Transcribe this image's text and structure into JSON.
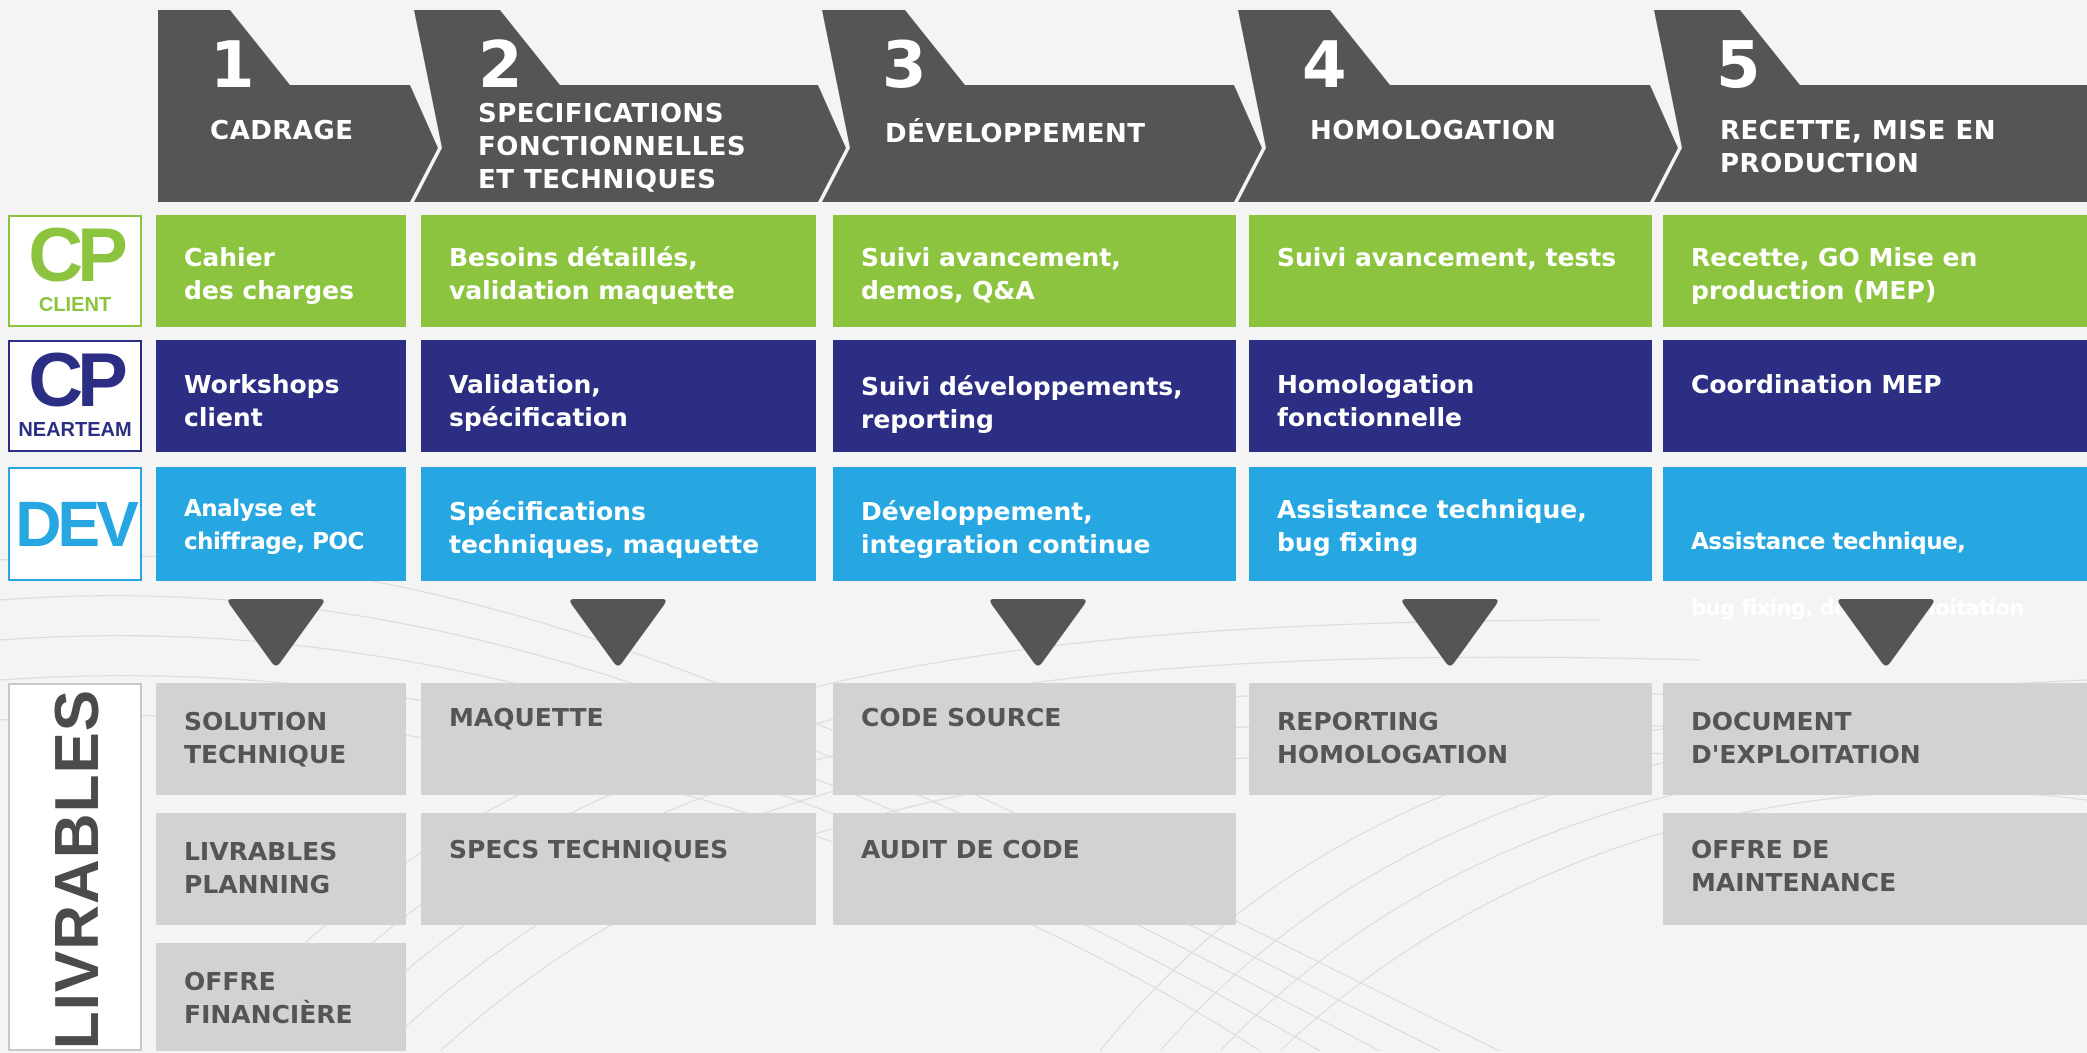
{
  "colors": {
    "phase_header": "#545557",
    "client": "#8cc43f",
    "nearteam": "#2b2e83",
    "dev": "#27a7e1",
    "deliverable": "#d1d2d4",
    "deliverable_text": "#545557"
  },
  "phases": [
    {
      "number": "1",
      "title": "CADRAGE"
    },
    {
      "number": "2",
      "title": "SPECIFICATIONS\nFONCTIONNELLES\nET TECHNIQUES"
    },
    {
      "number": "3",
      "title": "DÉVELOPPEMENT"
    },
    {
      "number": "4",
      "title": "HOMOLOGATION"
    },
    {
      "number": "5",
      "title": "RECETTE, MISE EN\nPRODUCTION"
    }
  ],
  "roles": {
    "client": {
      "big": "CP",
      "small": "CLIENT"
    },
    "nearteam": {
      "big": "CP",
      "small": "NEARTEAM"
    },
    "dev": {
      "big": "DEV"
    }
  },
  "rows": {
    "client": [
      "Cahier\ndes charges",
      "Besoins détaillés,\nvalidation maquette",
      "Suivi avancement,\ndemos, Q&A",
      "Suivi avancement, tests",
      "Recette, GO Mise en\nproduction (MEP)"
    ],
    "nearteam": [
      "Workshops\nclient",
      "Validation,\nspécification",
      "Suivi développements,\nreporting",
      "Homologation\nfonctionnelle",
      "Coordination MEP"
    ],
    "dev": [
      "Analyse et\nchiffrage, POC",
      "Spécifications\ntechniques, maquette",
      "Développement,\nintegration continue",
      "Assistance technique,\nbug fixing",
      "Assistance technique,"
    ],
    "dev_extra": "bug fixing, doc d'exploitation"
  },
  "livrables_label": "LIVRABLES",
  "deliverables": {
    "col1": [
      "SOLUTION\nTECHNIQUE",
      "LIVRABLES\nPLANNING",
      "OFFRE\nFINANCIÈRE"
    ],
    "col2": [
      "MAQUETTE",
      "SPECS TECHNIQUES"
    ],
    "col3": [
      "CODE SOURCE",
      "AUDIT DE CODE"
    ],
    "col4": [
      "REPORTING\nHOMOLOGATION"
    ],
    "col5": [
      "DOCUMENT\nD'EXPLOITATION",
      "OFFRE DE\nMAINTENANCE"
    ]
  }
}
